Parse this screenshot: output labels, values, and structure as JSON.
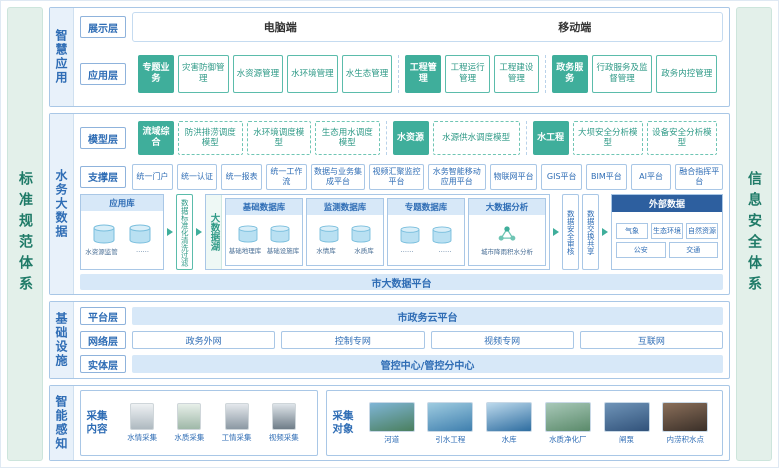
{
  "side_bars": {
    "left": "标准规范体系",
    "right": "信息安全体系"
  },
  "colors": {
    "accent_teal": "#3fae9b",
    "primary_blue": "#2f6db5",
    "dark_blue_header": "#2d5f9f",
    "sidebar_green": "#1e7a67",
    "light_blue_fill": "#d7e8f8"
  },
  "smart_app": {
    "label": "智慧应用",
    "display_layer": {
      "label": "展示层",
      "pc": "电脑端",
      "mobile": "移动端"
    },
    "app_layer": {
      "label": "应用层",
      "groups": [
        {
          "head": "专题业务",
          "items": [
            "灾害防御管理",
            "水资源管理",
            "水环境管理",
            "水生态管理"
          ]
        },
        {
          "head": "工程管理",
          "items": [
            "工程运行管理",
            "工程建设管理"
          ]
        },
        {
          "head": "政务服务",
          "items": [
            "行政服务及监督管理",
            "政务内控管理"
          ]
        }
      ]
    }
  },
  "big_data": {
    "label": "水务大数据",
    "model_layer": {
      "label": "模型层",
      "groups": [
        {
          "head": "流域综合",
          "items": [
            "防洪排涝调度模型",
            "水环境调度模型",
            "生态用水调度模型"
          ]
        },
        {
          "head": "水资源",
          "items": [
            "水源供水调度模型"
          ]
        },
        {
          "head": "水工程",
          "items": [
            "大坝安全分析模型",
            "设备安全分析模型"
          ]
        }
      ]
    },
    "support_layer": {
      "label": "支撑层",
      "items": [
        "统一门户",
        "统一认证",
        "统一报表",
        "统一工作流",
        "数据与业务集成平台",
        "视频汇聚监控平台",
        "水务智能移动应用平台",
        "物联网平台",
        "GIS平台",
        "BIM平台",
        "AI平台",
        "融合指挥平台"
      ]
    },
    "data_flow": {
      "app_db": {
        "title": "应用库",
        "captions": [
          "水资源监管",
          "……"
        ]
      },
      "clean_filter": "数据标准化清洗过滤",
      "lake": {
        "title": "大数据湖",
        "base_db": {
          "title": "基础数据库",
          "captions": [
            "基础地理库",
            "基础设施库"
          ]
        },
        "monitor_db": {
          "title": "监测数据库",
          "captions": [
            "水情库",
            "水质库"
          ]
        },
        "theme_db": {
          "title": "专题数据库",
          "captions": [
            "……",
            "……"
          ]
        },
        "analysis": {
          "title": "大数据分析",
          "caption": "城市降雨积水分析"
        }
      },
      "security_audit": "数据安全审核",
      "exchange_share": "数据交换共享",
      "external": {
        "title": "外部数据",
        "items": [
          "气象",
          "生态环境",
          "自然资源",
          "公安",
          "交通"
        ]
      }
    },
    "city_platform": "市大数据平台"
  },
  "infrastructure": {
    "label": "基础设施",
    "platform_layer": {
      "label": "平台层",
      "item": "市政务云平台"
    },
    "network_layer": {
      "label": "网络层",
      "items": [
        "政务外网",
        "控制专网",
        "视频专网",
        "互联网"
      ]
    },
    "entity_layer": {
      "label": "实体层",
      "item": "管控中心/管控分中心"
    }
  },
  "perception": {
    "label": "智能感知",
    "collect_content": {
      "label": "采集内容",
      "items": [
        "水情采集",
        "水质采集",
        "工情采集",
        "视频采集"
      ]
    },
    "collect_target": {
      "label": "采集对象",
      "items": [
        "河道",
        "引水工程",
        "水库",
        "水质净化厂",
        "闸泵",
        "内涝积水点"
      ]
    }
  }
}
